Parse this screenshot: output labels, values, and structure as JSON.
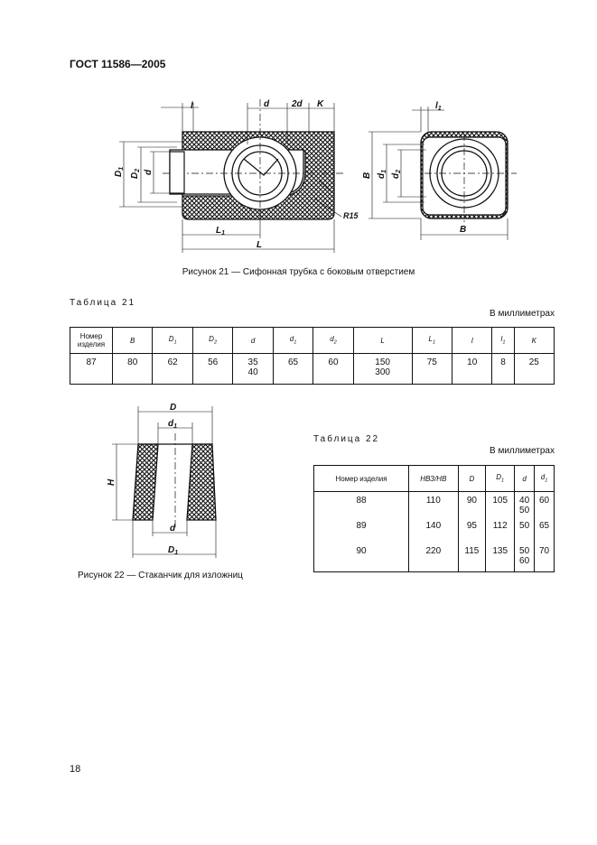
{
  "header": {
    "title": "ГОСТ 11586—2005"
  },
  "figure21": {
    "caption": "Рисунок 21 — Сифонная трубка с боковым отверстием",
    "labels": {
      "l": "l",
      "d": "d",
      "two_d": "2d",
      "K": "K",
      "D1": "D1",
      "D2": "D2",
      "d_left": "d",
      "R15": "R15",
      "L1": "L1",
      "L": "L",
      "l1": "l1",
      "B_v": "B",
      "d1": "d1",
      "d2": "d2",
      "B_h": "B"
    }
  },
  "table21": {
    "title": "Таблица 21",
    "units": "В миллиметрах",
    "headers": [
      "Номер изделия",
      "B",
      "D1",
      "D2",
      "d",
      "d1",
      "d2",
      "L",
      "L1",
      "l",
      "l1",
      "K"
    ],
    "row": [
      "87",
      "80",
      "62",
      "56",
      "35\n40",
      "65",
      "60",
      "150\n300",
      "75",
      "10",
      "8",
      "25"
    ]
  },
  "figure22": {
    "caption": "Рисунок 22 — Стаканчик для изложниц",
    "labels": {
      "D": "D",
      "d1_top": "d1",
      "H": "H",
      "d": "d",
      "D1": "D1"
    }
  },
  "table22": {
    "title": "Таблица 22",
    "units": "В миллиметрах",
    "headers": [
      "Номер изделия",
      "НВЗ/НВ",
      "D",
      "D1",
      "d",
      "d1"
    ],
    "rows": [
      [
        "88",
        "110",
        "90",
        "105",
        "40\n50",
        "60"
      ],
      [
        "89",
        "140",
        "95",
        "112",
        "50",
        "65"
      ],
      [
        "90",
        "220",
        "115",
        "135",
        "50\n60",
        "70"
      ]
    ]
  },
  "footer": {
    "page_number": "18"
  }
}
